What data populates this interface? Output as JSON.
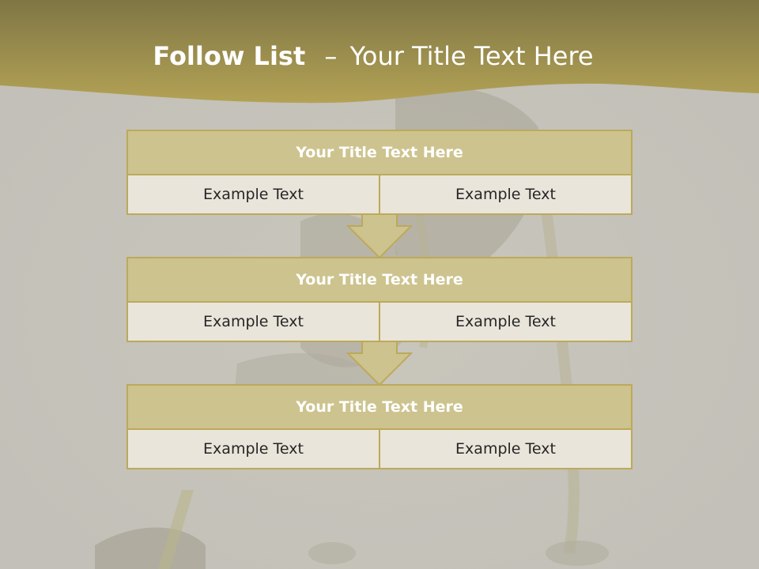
{
  "slide": {
    "title_bold": "Follow List",
    "title_dash": "–",
    "title_rest": "Your Title Text Here"
  },
  "blocks": [
    {
      "title": "Your Title Text Here",
      "left_text": "Example Text",
      "right_text": "Example Text"
    },
    {
      "title": "Your Title Text Here",
      "left_text": "Example Text",
      "right_text": "Example Text"
    },
    {
      "title": "Your Title Text Here",
      "left_text": "Example Text",
      "right_text": "Example Text"
    }
  ],
  "colors": {
    "header_gold": "#b3a255",
    "block_title_fill": "#cdc38f",
    "block_cell_fill": "#e9e5da",
    "block_border": "#bda95a",
    "background": "#c8c6be"
  },
  "icons": [
    "down-arrow-icon",
    "down-arrow-icon"
  ]
}
